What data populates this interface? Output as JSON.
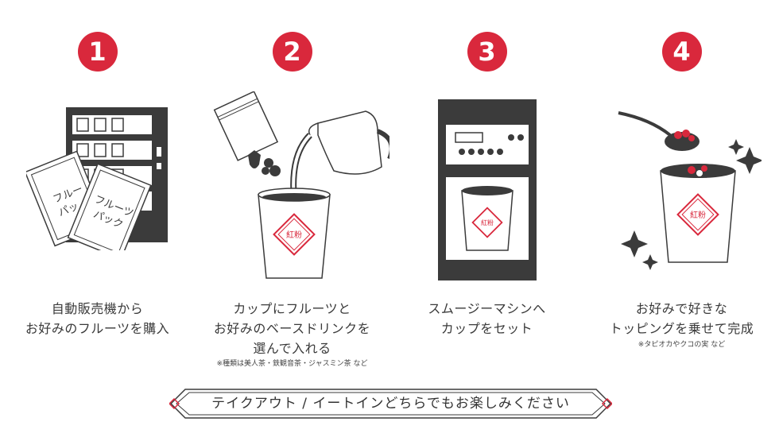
{
  "steps": [
    {
      "number": "1",
      "lines": [
        "自動販売機から",
        "お好みのフルーツを購入"
      ],
      "note": "",
      "pack_front": "フルーツ\nパック",
      "pack_back": "フルー\nパッ"
    },
    {
      "number": "2",
      "lines": [
        "カップにフルーツと",
        "お好みのベースドリンクを",
        "選んで入れる"
      ],
      "note": "※種類は美人茶・鉄観音茶・ジャスミン茶 など"
    },
    {
      "number": "3",
      "lines": [
        "スムージーマシンへ",
        "カップをセット"
      ],
      "note": ""
    },
    {
      "number": "4",
      "lines": [
        "お好みで好きな",
        "トッピングを乗せて完成"
      ],
      "note": "※タピオカやクコの実 など"
    }
  ],
  "cup_logo": "紅粉",
  "banner": {
    "text": "テイクアウト / イートインどちらでもお楽しみください"
  },
  "colors": {
    "accent": "#d9283c",
    "machine": "#3b3b3b",
    "text": "#333333"
  }
}
